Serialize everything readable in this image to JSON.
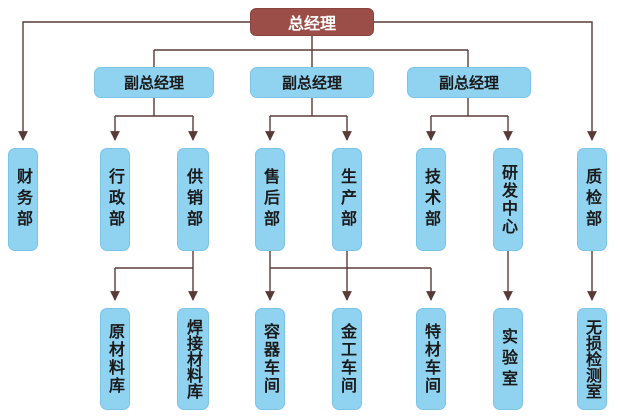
{
  "root": {
    "label": "总经理"
  },
  "vice_presidents": [
    {
      "label": "副总经理"
    },
    {
      "label": "副总经理"
    },
    {
      "label": "副总经理"
    }
  ],
  "departments": [
    {
      "label": "财务部"
    },
    {
      "label": "行政部"
    },
    {
      "label": "供销部"
    },
    {
      "label": "售后部"
    },
    {
      "label": "生产部"
    },
    {
      "label": "技术部"
    },
    {
      "label": "研发中心"
    },
    {
      "label": "质检部"
    }
  ],
  "units": [
    {
      "label": "原材料库"
    },
    {
      "label": "焊接材料库"
    },
    {
      "label": "容器车间"
    },
    {
      "label": "金工车间"
    },
    {
      "label": "特材车间"
    },
    {
      "label": "实验室"
    },
    {
      "label": "无损检测室"
    }
  ],
  "colors": {
    "root_fill": "#9b4e47",
    "node_fill": "#8fd3f1",
    "line": "#5a3a36"
  }
}
